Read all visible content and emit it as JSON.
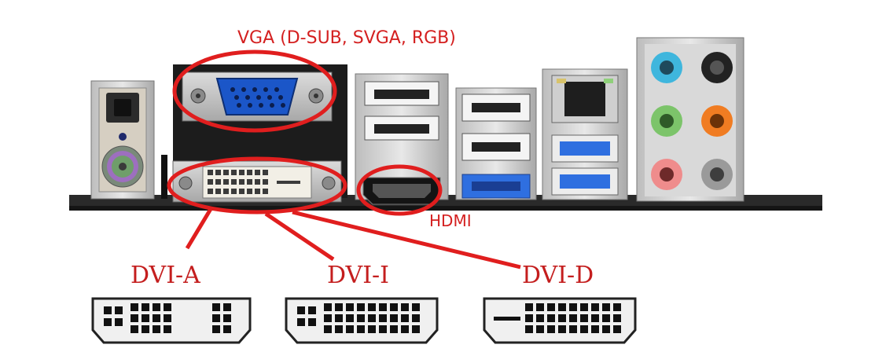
{
  "labels": {
    "vga": "VGA (D-SUB, SVGA, RGB)",
    "hdmi": "HDMI",
    "dvi_a": "DVI-A",
    "dvi_i": "DVI-I",
    "dvi_d": "DVI-D"
  },
  "colors": {
    "annotation": "#e01e1e",
    "label_text": "#c41e1e",
    "vga_blue": "#1b56c8",
    "usb3_blue": "#2f6fe0",
    "board": "#2a2a2a",
    "audio_blue": "#3fb6dd",
    "audio_black": "#222222",
    "audio_green": "#7cc46a",
    "audio_orange": "#f07c22",
    "audio_pink": "#ef8c8c",
    "audio_grey": "#9a9a9a"
  },
  "icons": [
    "optical-spdif-port-icon",
    "ps2-port-icon",
    "vga-port-icon",
    "dvi-port-icon",
    "usb-port-icon",
    "hdmi-port-icon",
    "ethernet-port-icon",
    "audio-jack-icon",
    "dvi-pinout-icon"
  ]
}
